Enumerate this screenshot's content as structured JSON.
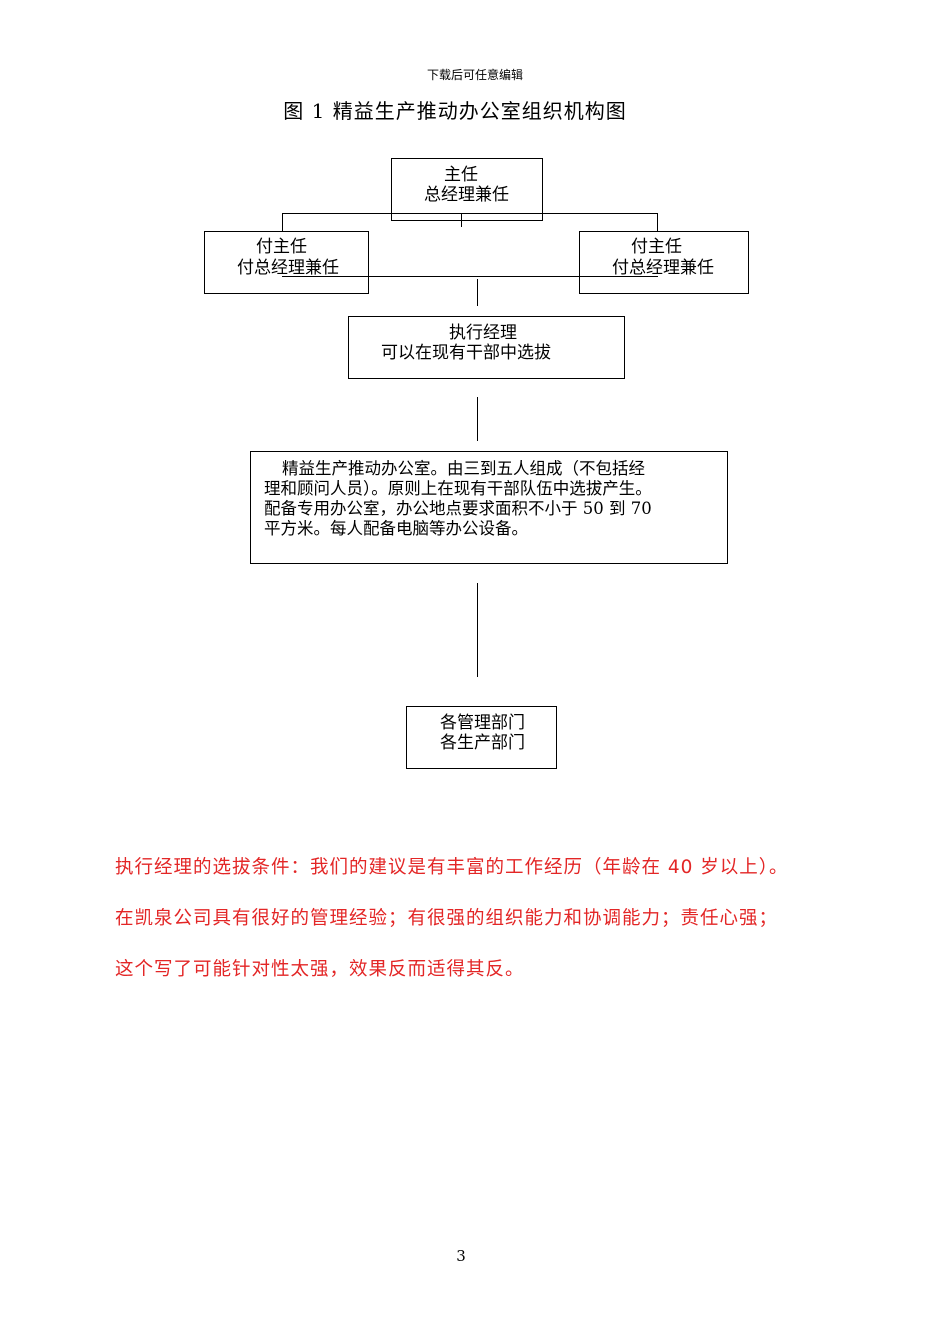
{
  "header_note": "下载后可任意编辑",
  "figure_title": "图 1   精益生产推动办公室组织机构图",
  "org_chart": {
    "director": {
      "title": "主任",
      "note": "总经理兼任"
    },
    "deputy_left": {
      "title": "付主任",
      "note": "付总经理兼任"
    },
    "deputy_right": {
      "title": "付主任",
      "note": "付总经理兼任"
    },
    "executive_manager": {
      "title": "执行经理",
      "note": "可以在现有干部中选拔"
    },
    "office": {
      "lines": [
        "精益生产推动办公室。由三到五人组成（不包括经",
        "理和顾问人员）。原则上在现有干部队伍中选拔产生。",
        "配备专用办公室，办公地点要求面积不小于 50 到 70",
        "平方米。每人配备电脑等办公设备。"
      ]
    },
    "departments": {
      "line1": "各管理部门",
      "line2": "各生产部门"
    }
  },
  "comment": {
    "color": "#e32626",
    "lines": [
      "执行经理的选拔条件：我们的建议是有丰富的工作经历（年龄在 40 岁以上）。",
      "在凯泉公司具有很好的管理经验；有很强的组织能力和协调能力；责任心强；",
      "这个写了可能针对性太强，效果反而适得其反。"
    ]
  },
  "page_number": "3"
}
